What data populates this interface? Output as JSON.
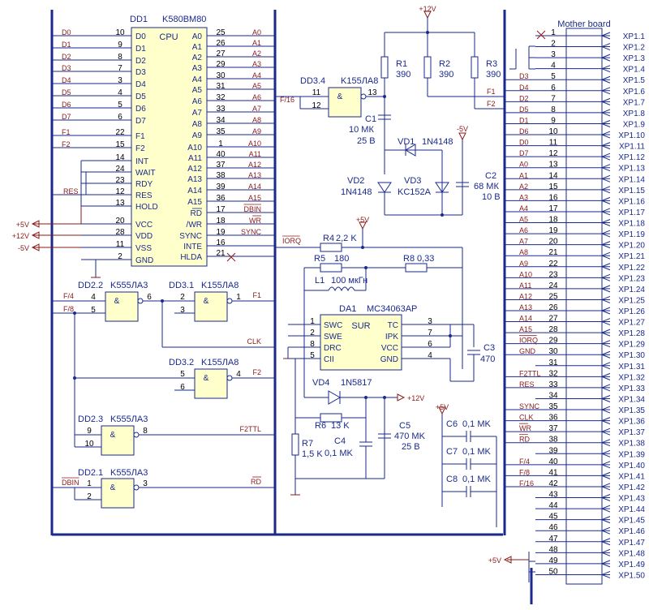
{
  "power": {
    "v12_top": "+12V",
    "v5m_top": "-5V",
    "v5_r4": "+5V",
    "v5_c6": "+5V",
    "v12_out": "+12V",
    "v5_bottom": "+5V"
  },
  "cpu": {
    "ref": "DD1",
    "part": "K580BM80",
    "name": "CPU",
    "left_pins": [
      {
        "num": "10",
        "name": "D0",
        "sig": "D0"
      },
      {
        "num": "9",
        "name": "D1",
        "sig": "D1"
      },
      {
        "num": "8",
        "name": "D2",
        "sig": "D2"
      },
      {
        "num": "7",
        "name": "D3",
        "sig": "D3"
      },
      {
        "num": "3",
        "name": "D4",
        "sig": "D4"
      },
      {
        "num": "4",
        "name": "D5",
        "sig": "D5"
      },
      {
        "num": "5",
        "name": "D6",
        "sig": "D6"
      },
      {
        "num": "6",
        "name": "D7",
        "sig": "D7"
      },
      {
        "num": "22",
        "name": "F1",
        "sig": "F1"
      },
      {
        "num": "15",
        "name": "F2",
        "sig": "F2"
      },
      {
        "num": "14",
        "name": "INT",
        "sig": ""
      },
      {
        "num": "24",
        "name": "WAIT",
        "sig": ""
      },
      {
        "num": "23",
        "name": "RDY",
        "sig": ""
      },
      {
        "num": "12",
        "name": "RES",
        "sig": "RES"
      },
      {
        "num": "13",
        "name": "HOLD",
        "sig": ""
      },
      {
        "num": "20",
        "name": "VCC",
        "sig": "+5V"
      },
      {
        "num": "28",
        "name": "VDD",
        "sig": "+12V"
      },
      {
        "num": "11",
        "name": "VSS",
        "sig": "-5V"
      },
      {
        "num": "2",
        "name": "GND",
        "sig": ""
      }
    ],
    "right_pins": [
      {
        "num": "25",
        "name": "A0",
        "sig": "A0"
      },
      {
        "num": "26",
        "name": "A1",
        "sig": "A1"
      },
      {
        "num": "27",
        "name": "A2",
        "sig": "A2"
      },
      {
        "num": "29",
        "name": "A3",
        "sig": "A3"
      },
      {
        "num": "30",
        "name": "A4",
        "sig": "A4"
      },
      {
        "num": "31",
        "name": "A5",
        "sig": "A5"
      },
      {
        "num": "32",
        "name": "A6",
        "sig": "A6"
      },
      {
        "num": "33",
        "name": "A7",
        "sig": "A7"
      },
      {
        "num": "34",
        "name": "A8",
        "sig": "A8"
      },
      {
        "num": "35",
        "name": "A9",
        "sig": "A9"
      },
      {
        "num": "1",
        "name": "A10",
        "sig": "A10"
      },
      {
        "num": "40",
        "name": "A11",
        "sig": "A11"
      },
      {
        "num": "37",
        "name": "A12",
        "sig": "A12"
      },
      {
        "num": "38",
        "name": "A13",
        "sig": "A13"
      },
      {
        "num": "39",
        "name": "A14",
        "sig": "A14"
      },
      {
        "num": "36",
        "name": "A15",
        "sig": "A15"
      },
      {
        "num": "17",
        "name": "RD",
        "sig": "DBIN"
      },
      {
        "num": "18",
        "name": "/WR",
        "sig": "WR"
      },
      {
        "num": "19",
        "name": "SYNC",
        "sig": "SYNC"
      },
      {
        "num": "16",
        "name": "INTE",
        "sig": ""
      },
      {
        "num": "21",
        "name": "HLDA",
        "sig": ""
      }
    ]
  },
  "gates": {
    "dd22": {
      "ref": "DD2.2",
      "part": "K555ЛА3",
      "in1": "4",
      "in2": "5",
      "out": "6",
      "in_sig": "F/4",
      "in_sig2": "F/8"
    },
    "dd31": {
      "ref": "DD3.1",
      "part": "K155ЛА8",
      "in1": "2",
      "in2": "3",
      "out": "1",
      "out_sig": "F1",
      "clk": "CLK"
    },
    "dd32": {
      "ref": "DD3.2",
      "part": "K155ЛА8",
      "in1": "5",
      "in2": "6",
      "out": "4",
      "out_sig": "F2"
    },
    "dd23": {
      "ref": "DD2.3",
      "part": "K555ЛА3",
      "in1": "9",
      "in2": "10",
      "out": "8",
      "out_sig": "F2TTL"
    },
    "dd21": {
      "ref": "DD2.1",
      "part": "K555ЛА3",
      "in1": "1",
      "in2": "2",
      "out": "3",
      "in_sig": "DBIN",
      "out_sig": "RD"
    },
    "dd34": {
      "ref": "DD3.4",
      "part": "K155ЛА8",
      "in1": "11",
      "in2": "12",
      "out": "13",
      "in_sig": "F/16"
    }
  },
  "parts": {
    "r1": {
      "ref": "R1",
      "val": "390"
    },
    "r2": {
      "ref": "R2",
      "val": "390"
    },
    "r3": {
      "ref": "R3",
      "val": "390"
    },
    "c1": {
      "ref": "C1",
      "val": "10 МК",
      "v": "25 В"
    },
    "vd1": {
      "ref": "VD1",
      "val": "1N4148"
    },
    "vd2": {
      "ref": "VD2",
      "val": "1N4148"
    },
    "vd3": {
      "ref": "VD3",
      "val": "KC152A"
    },
    "c2": {
      "ref": "C2",
      "val": "68 МК",
      "v": "10 В"
    },
    "r4": {
      "ref": "R4",
      "val": "2,2 K"
    },
    "iorq": "IORQ",
    "r5": {
      "ref": "R5",
      "val": "180"
    },
    "r8": {
      "ref": "R8",
      "val": "0,33"
    },
    "l1": {
      "ref": "L1",
      "val": "100 мкГн"
    },
    "da1": {
      "ref": "DA1",
      "part": "MC34063AP",
      "name": "SUR",
      "left": [
        {
          "num": "1",
          "name": "SWC"
        },
        {
          "num": "2",
          "name": "SWE"
        },
        {
          "num": "8",
          "name": "DRC"
        },
        {
          "num": "5",
          "name": "CII"
        }
      ],
      "right": [
        {
          "num": "3",
          "name": "TC"
        },
        {
          "num": "7",
          "name": "IPK"
        },
        {
          "num": "6",
          "name": "VCC"
        },
        {
          "num": "4",
          "name": "GND"
        }
      ]
    },
    "c3": {
      "ref": "C3",
      "val": "470"
    },
    "vd4": {
      "ref": "VD4",
      "val": "1N5817"
    },
    "r6": {
      "ref": "R6",
      "val": "13 K"
    },
    "r7": {
      "ref": "R7",
      "val": "1,5 K"
    },
    "c4": {
      "ref": "C4",
      "val": "0,1 MK"
    },
    "c5": {
      "ref": "C5",
      "val": "470 MK",
      "v": "25 B"
    },
    "c6": {
      "ref": "C6",
      "val": "0,1 MK"
    },
    "c7": {
      "ref": "C7",
      "val": "0,1 MK"
    },
    "c8": {
      "ref": "C8",
      "val": "0,1 MK"
    }
  },
  "connector": {
    "title": "Mother board",
    "pins": [
      {
        "n": "1",
        "sig": "",
        "xp": "XP1.1"
      },
      {
        "n": "2",
        "sig": "",
        "xp": "XP1.2"
      },
      {
        "n": "3",
        "sig": "",
        "xp": "XP1.3"
      },
      {
        "n": "4",
        "sig": "",
        "xp": "XP1.4"
      },
      {
        "n": "5",
        "sig": "D3",
        "xp": "XP1.5"
      },
      {
        "n": "6",
        "sig": "D4",
        "xp": "XP1.6"
      },
      {
        "n": "7",
        "sig": "D2",
        "xp": "XP1.7"
      },
      {
        "n": "8",
        "sig": "D5",
        "xp": "XP1.8"
      },
      {
        "n": "9",
        "sig": "D1",
        "xp": "XP1.9"
      },
      {
        "n": "10",
        "sig": "D6",
        "xp": "XP1.10"
      },
      {
        "n": "11",
        "sig": "D0",
        "xp": "XP1.11"
      },
      {
        "n": "12",
        "sig": "D7",
        "xp": "XP1.12"
      },
      {
        "n": "13",
        "sig": "A0",
        "xp": "XP1.13"
      },
      {
        "n": "14",
        "sig": "A1",
        "xp": "XP1.14"
      },
      {
        "n": "15",
        "sig": "A2",
        "xp": "XP1.15"
      },
      {
        "n": "16",
        "sig": "A3",
        "xp": "XP1.16"
      },
      {
        "n": "17",
        "sig": "A4",
        "xp": "XP1.17"
      },
      {
        "n": "18",
        "sig": "A5",
        "xp": "XP1.18"
      },
      {
        "n": "19",
        "sig": "A6",
        "xp": "XP1.19"
      },
      {
        "n": "20",
        "sig": "A7",
        "xp": "XP1.20"
      },
      {
        "n": "21",
        "sig": "A8",
        "xp": "XP1.21"
      },
      {
        "n": "22",
        "sig": "A9",
        "xp": "XP1.22"
      },
      {
        "n": "23",
        "sig": "A10",
        "xp": "XP1.23"
      },
      {
        "n": "24",
        "sig": "A11",
        "xp": "XP1.24"
      },
      {
        "n": "25",
        "sig": "A12",
        "xp": "XP1.25"
      },
      {
        "n": "26",
        "sig": "A13",
        "xp": "XP1.26"
      },
      {
        "n": "27",
        "sig": "A14",
        "xp": "XP1.27"
      },
      {
        "n": "28",
        "sig": "A15",
        "xp": "XP1.28"
      },
      {
        "n": "29",
        "sig": "IORQ",
        "xp": "XP1.29"
      },
      {
        "n": "30",
        "sig": "GND",
        "xp": "XP1.30"
      },
      {
        "n": "31",
        "sig": "",
        "xp": "XP1.31"
      },
      {
        "n": "32",
        "sig": "F2TTL",
        "xp": "XP1.32"
      },
      {
        "n": "33",
        "sig": "RES",
        "xp": "XP1.33"
      },
      {
        "n": "34",
        "sig": "",
        "xp": "XP1.34"
      },
      {
        "n": "35",
        "sig": "SYNC",
        "xp": "XP1.35"
      },
      {
        "n": "36",
        "sig": "CLK",
        "xp": "XP1.36"
      },
      {
        "n": "37",
        "sig": "WR",
        "xp": "XP1.37"
      },
      {
        "n": "38",
        "sig": "RD",
        "xp": "XP1.38"
      },
      {
        "n": "39",
        "sig": "",
        "xp": "XP1.39"
      },
      {
        "n": "40",
        "sig": "F/4",
        "xp": "XP1.40"
      },
      {
        "n": "41",
        "sig": "F/8",
        "xp": "XP1.41"
      },
      {
        "n": "42",
        "sig": "F/16",
        "xp": "XP1.42"
      },
      {
        "n": "43",
        "sig": "",
        "xp": "XP1.43"
      },
      {
        "n": "44",
        "sig": "",
        "xp": "XP1.44"
      },
      {
        "n": "45",
        "sig": "",
        "xp": "XP1.45"
      },
      {
        "n": "46",
        "sig": "",
        "xp": "XP1.46"
      },
      {
        "n": "47",
        "sig": "",
        "xp": "XP1.47"
      },
      {
        "n": "48",
        "sig": "",
        "xp": "XP1.48"
      },
      {
        "n": "49",
        "sig": "",
        "xp": "XP1.49"
      },
      {
        "n": "50",
        "sig": "",
        "xp": "XP1.50"
      }
    ]
  },
  "overlines": [
    "IORQ",
    "WR",
    "RD",
    "DBIN"
  ]
}
